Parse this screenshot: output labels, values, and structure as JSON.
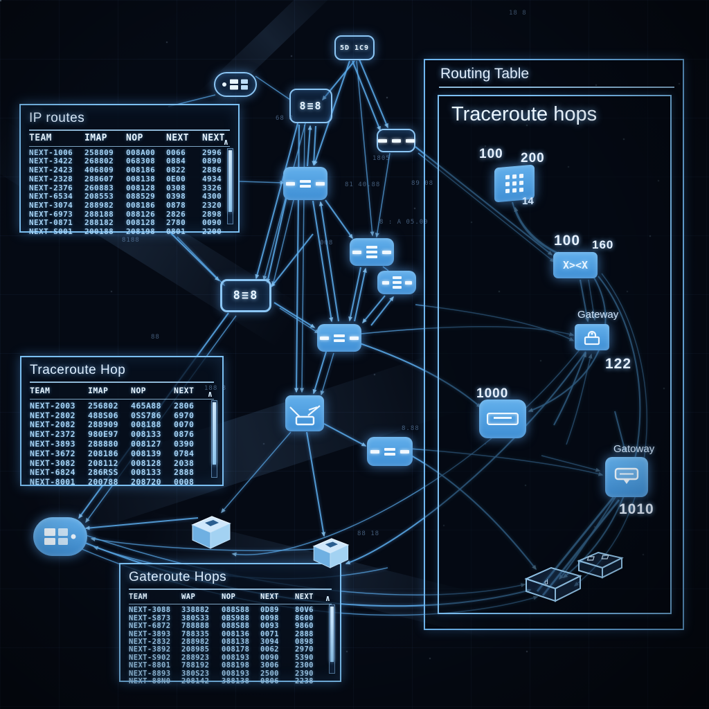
{
  "theme": {
    "accent": "#5fb0ee",
    "node_fill": "#4a9de2",
    "text": "#cfe9ff"
  },
  "tables": {
    "ip_routes": {
      "title": "IP routes",
      "sort": "∧",
      "columns": [
        "TEAM",
        "IMAP",
        "NOP",
        "NEXT",
        "NEXT"
      ],
      "rows": [
        [
          "NEXT-1006",
          "258809",
          "008A00",
          "0066",
          "2996"
        ],
        [
          "NEXT-3422",
          "268802",
          "068308",
          "0884",
          "0890"
        ],
        [
          "NEXT-2423",
          "406809",
          "008186",
          "0822",
          "2886"
        ],
        [
          "NEXT-2328",
          "288607",
          "008138",
          "0E00",
          "4934"
        ],
        [
          "NEXT-2376",
          "260883",
          "008128",
          "0308",
          "3326"
        ],
        [
          "NEXT-6534",
          "208553",
          "088529",
          "0398",
          "4300"
        ],
        [
          "NEXT-3074",
          "288982",
          "008186",
          "0878",
          "2320"
        ],
        [
          "NEXT-6973",
          "288188",
          "088126",
          "2826",
          "2898"
        ],
        [
          "NEXT-0871",
          "288182",
          "008128",
          "2780",
          "0090"
        ],
        [
          "NEXT-S001",
          "200188",
          "208198",
          "0801",
          "2200"
        ]
      ]
    },
    "traceroute_hop": {
      "title": "Traceroute Hop",
      "sort": "∧",
      "columns": [
        "TEAM",
        "IMAP",
        "NOP",
        "NEXT"
      ],
      "rows": [
        [
          "NEXT-2003",
          "256802",
          "465A88",
          "2806"
        ],
        [
          "NEXT-2802",
          "488S06",
          "0SS786",
          "6970"
        ],
        [
          "NEXT-2082",
          "288909",
          "008188",
          "0070"
        ],
        [
          "NEXT-2372",
          "980E97",
          "008133",
          "0876"
        ],
        [
          "NEXT-3893",
          "288880",
          "008127",
          "0390"
        ],
        [
          "NEXT-3672",
          "208186",
          "008139",
          "0784"
        ],
        [
          "NEXT-3082",
          "208112",
          "008128",
          "2038"
        ],
        [
          "NEXT-6824",
          "286RSS",
          "008133",
          "2888"
        ],
        [
          "NEXT-8001",
          "200788",
          "208720",
          "0008"
        ]
      ]
    },
    "gateroute_hops": {
      "title": "Gateroute Hops",
      "sort": "∧",
      "columns": [
        "TEAM",
        "WAP",
        "NOP",
        "NEXT",
        "NEXT"
      ],
      "rows": [
        [
          "NEXT-3088",
          "338882",
          "088S88",
          "0D89",
          "80V6"
        ],
        [
          "NEXT-S873",
          "380S33",
          "0BS988",
          "0098",
          "8600"
        ],
        [
          "NEXT-6872",
          "788888",
          "088S88",
          "0093",
          "9860"
        ],
        [
          "NEXT-3893",
          "788335",
          "008136",
          "0071",
          "2888"
        ],
        [
          "NEXT-2832",
          "288982",
          "088138",
          "3094",
          "0898"
        ],
        [
          "NEXT-3892",
          "208985",
          "008178",
          "0062",
          "2970"
        ],
        [
          "NEXT-S902",
          "288923",
          "008193",
          "0090",
          "5390"
        ],
        [
          "NEXT-8801",
          "788192",
          "088198",
          "3006",
          "2300"
        ],
        [
          "NEXT-8893",
          "380S23",
          "008193",
          "2500",
          "2390"
        ],
        [
          "NEXT-88N0",
          "208142",
          "388138",
          "0806",
          "2238"
        ]
      ]
    }
  },
  "right_panel": {
    "title": "Routing Table",
    "subtitle": "Traceroute hops"
  },
  "nodes": {
    "top_glyph": "5D 1C9",
    "switch_glyph": "8≡8",
    "grid_glyph": "8≡8",
    "xx_glyph": "X><X"
  },
  "labels": {
    "keypad_a": "100",
    "keypad_b": "200",
    "keypad_c": "14",
    "xx_a": "100",
    "xx_b": "160",
    "gateway1": "Gateway",
    "gateway1_num": "122",
    "slot_num": "1000",
    "gateway2": "Gatoway",
    "gateway2_num": "1010"
  },
  "scatter": [
    "81 40.88",
    "89 08",
    "8 : A 05.00",
    "1805",
    "68 8",
    "8188",
    "008",
    "18 8",
    "88",
    "188 8",
    "8.88",
    "88 18"
  ]
}
